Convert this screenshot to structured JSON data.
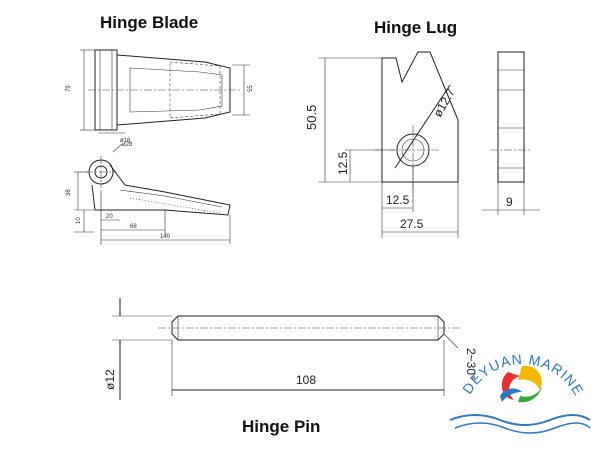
{
  "titles": {
    "hinge_blade": "Hinge Blade",
    "hinge_lug": "Hinge Lug",
    "hinge_pin": "Hinge Pin"
  },
  "blade_dims": {
    "height_left": "79",
    "height_right": "55",
    "hole_dia": "ø16",
    "boss_dia": "ø28",
    "d38": "38",
    "d10": "10",
    "d20": "20",
    "d68": "68",
    "d140": "140"
  },
  "lug_dims": {
    "height": "50.5",
    "hole_dia": "ø12.7",
    "hole_height": "12.5",
    "hole_offset": "12.5",
    "width": "27.5",
    "thickness": "9"
  },
  "pin_dims": {
    "diameter": "ø12",
    "length": "108",
    "chamfer": "2~30°"
  },
  "brand": {
    "name": "DEYUAN MARINE",
    "colors": [
      "#2a78c8",
      "#e8312f",
      "#f5b800",
      "#39a935"
    ]
  }
}
